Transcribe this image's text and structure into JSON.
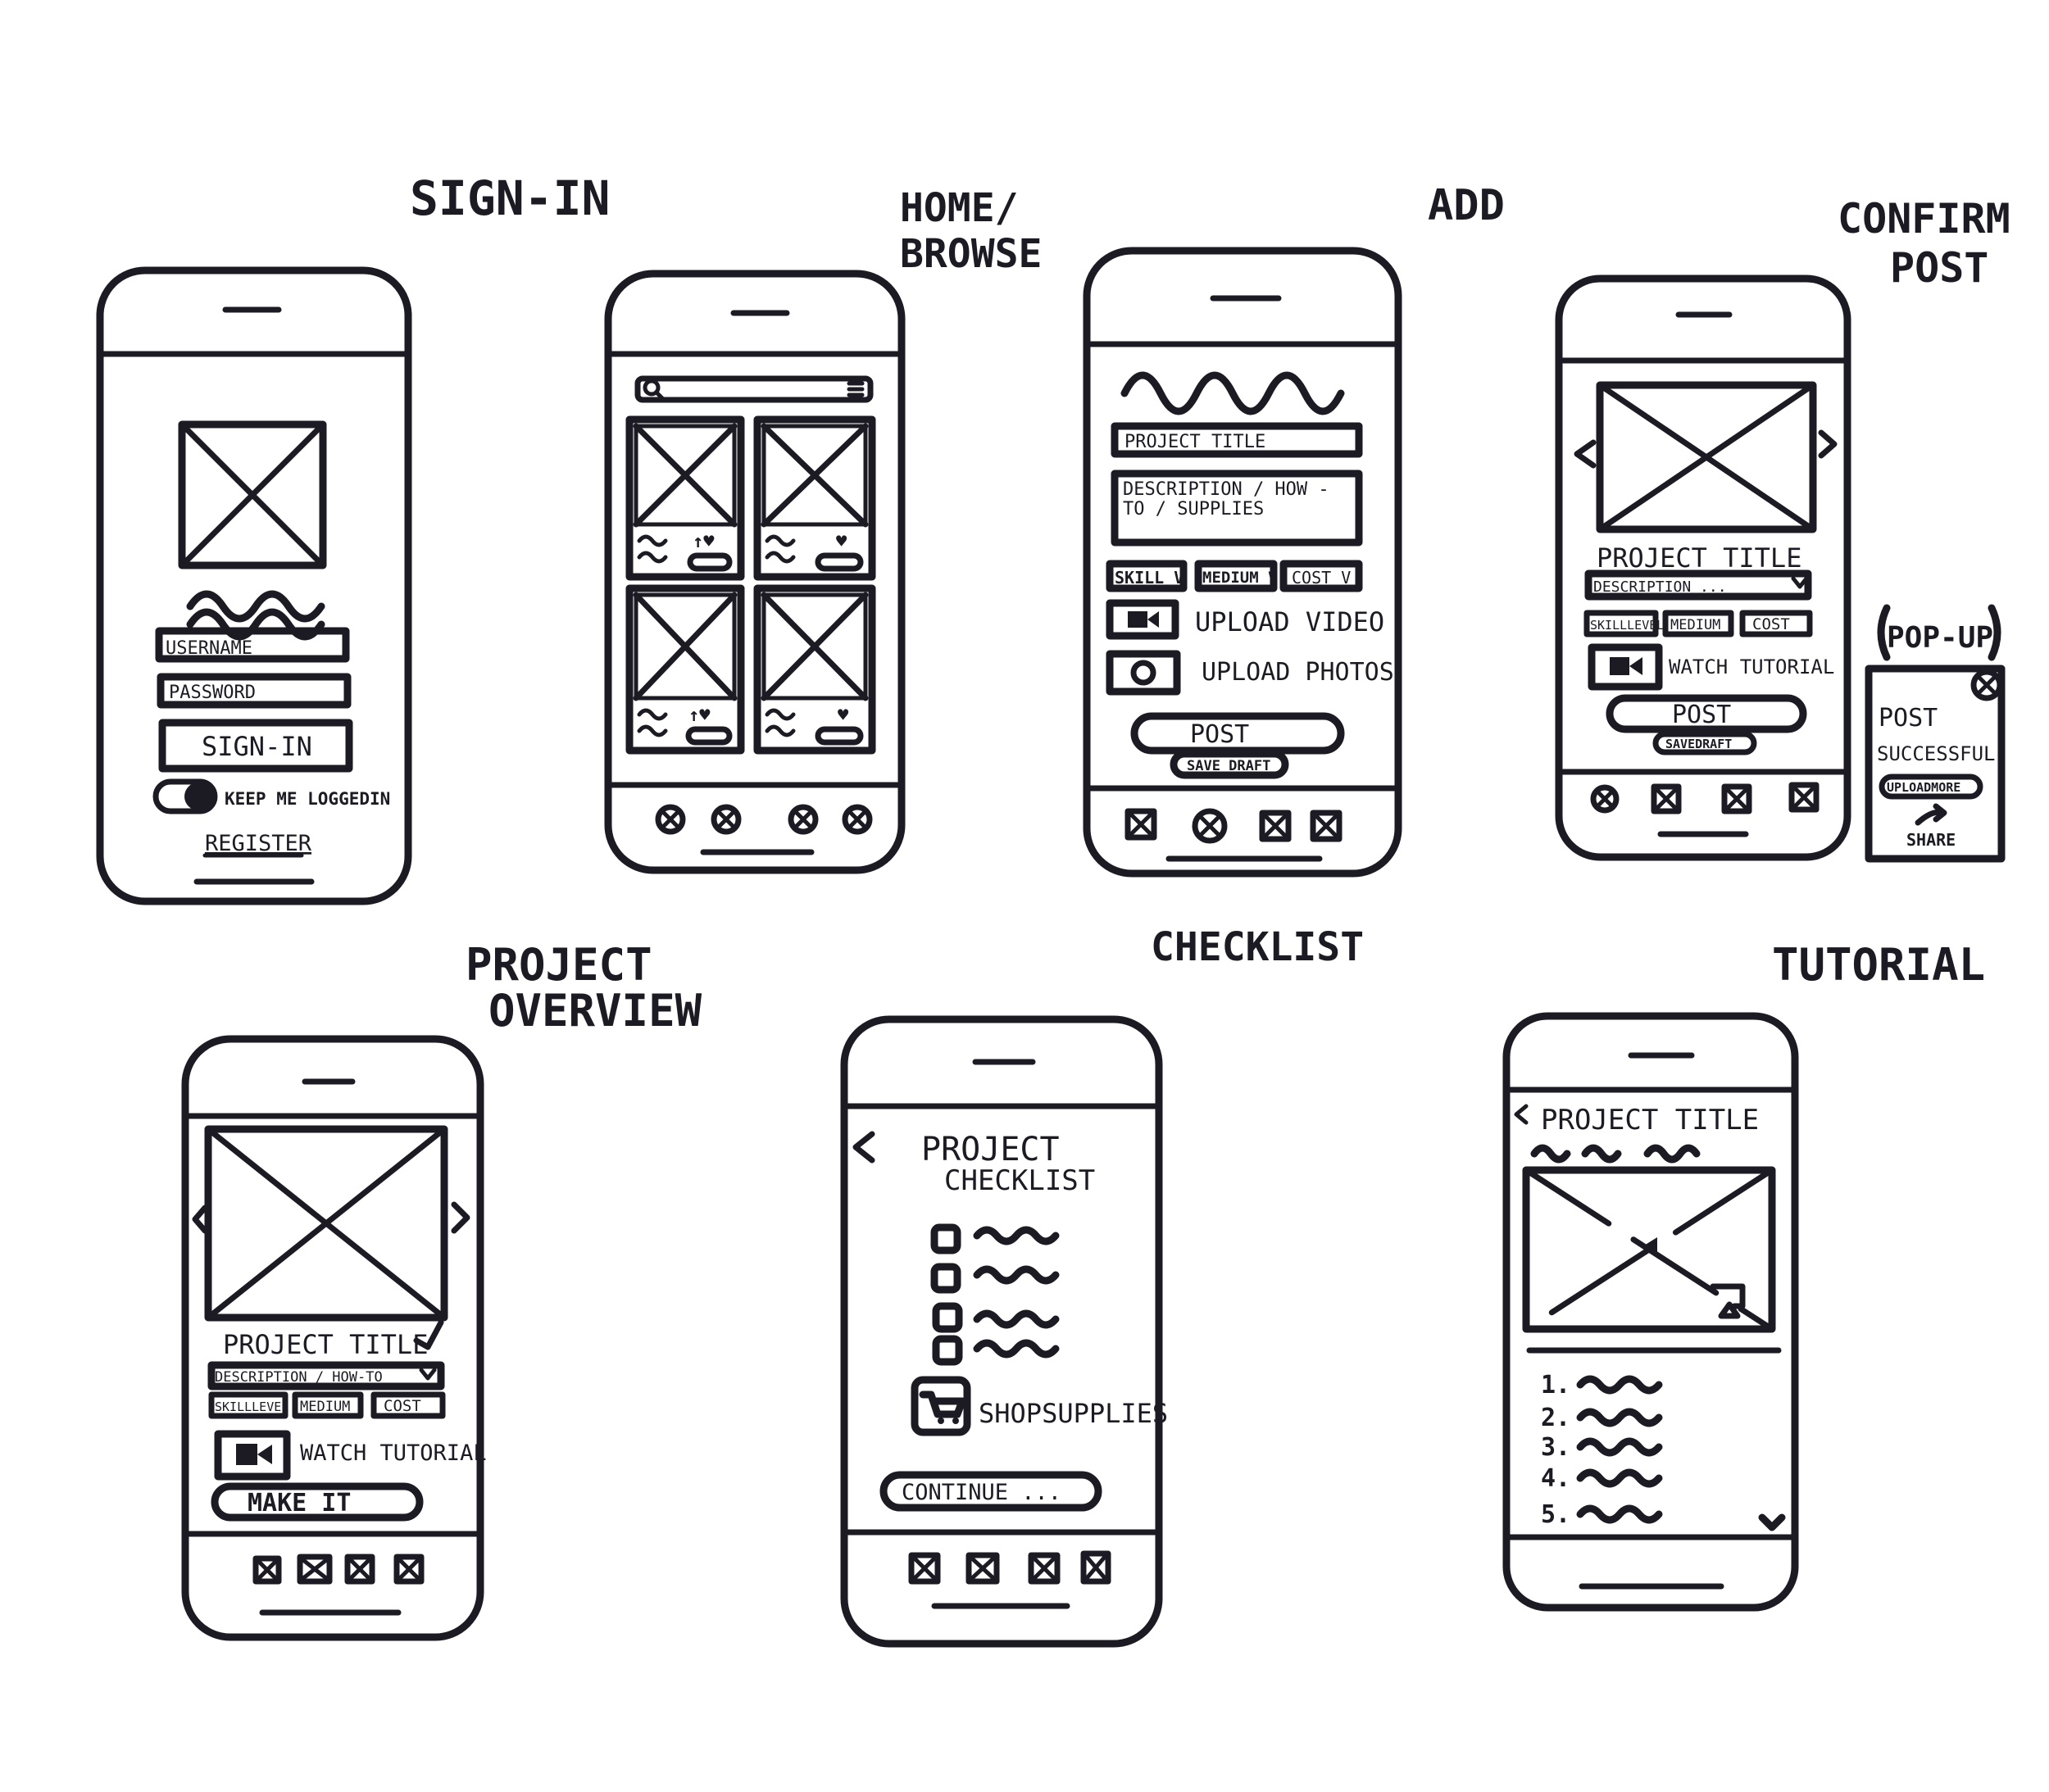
{
  "screens": {
    "sign_in": {
      "title": "SIGN-IN",
      "username_placeholder": "USERNAME",
      "password_placeholder": "PASSWORD",
      "sign_in_button": "SIGN-IN",
      "keep_logged_in": "KEEP ME LOGGEDIN",
      "register_link": "REGISTER"
    },
    "home_browse": {
      "title_line1": "HOME/",
      "title_line2": "BROWSE"
    },
    "add": {
      "title": "ADD",
      "project_title_field": "PROJECT TITLE",
      "description_field_line1": "DESCRIPTION / HOW -",
      "description_field_line2": "TO / SUPPLIES",
      "skill_select": "SKILL V",
      "medium_select": "MEDIUM V",
      "cost_select": "COST V",
      "upload_video": "UPLOAD VIDEO",
      "upload_photos": "UPLOAD PHOTOS",
      "post_button": "POST",
      "save_draft_button": "SAVE DRAFT"
    },
    "confirm_post": {
      "title_line1": "CONFIRM",
      "title_line2": "POST",
      "project_title": "PROJECT TITLE",
      "description": "DESCRIPTION ...",
      "skill_level": "SKILLLEVEL",
      "medium": "MEDIUM",
      "cost": "COST",
      "watch_tutorial": "WATCH TUTORIAL",
      "post_button": "POST",
      "save_draft_button": "SAVEDRAFT",
      "popup_label": "POP-UP",
      "popup_message_line1": "POST",
      "popup_message_line2": "SUCCESSFUL!",
      "upload_more_button": "UPLOADMORE",
      "share_label": "SHARE"
    },
    "project_overview": {
      "title_line1": "PROJECT",
      "title_line2": "OVERVIEW",
      "project_title": "PROJECT TITLE",
      "description": "DESCRIPTION / HOW-TO",
      "skill_level": "SKILLLEVEL",
      "medium": "MEDIUM",
      "cost": "COST",
      "watch_tutorial": "WATCH TUTORIAL",
      "make_it_button": "MAKE IT"
    },
    "checklist": {
      "title": "CHECKLIST",
      "heading_line1": "PROJECT",
      "heading_line2": "CHECKLIST",
      "shop_supplies": "SHOPSUPPLIES",
      "continue_button": "CONTINUE ..."
    },
    "tutorial": {
      "title": "TUTORIAL",
      "project_title": "PROJECT TITLE",
      "steps": [
        "1.",
        "2.",
        "3.",
        "4.",
        "5."
      ]
    }
  },
  "icons": {
    "placeholder_image": "crossed-box-icon",
    "back": "chevron-left-icon",
    "next": "chevron-right-icon",
    "video": "video-camera-icon",
    "camera": "camera-icon",
    "cart": "shopping-cart-icon",
    "close": "close-icon",
    "share": "share-arrow-icon",
    "nav": "crossed-nav-icon"
  },
  "colors": {
    "ink": "#1c1b24",
    "paper": "#ffffff"
  }
}
